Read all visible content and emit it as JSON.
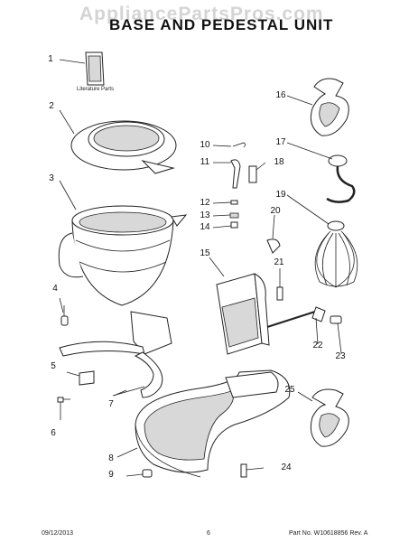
{
  "watermark": "AppliancePartsPros.com",
  "title": "BASE AND PEDESTAL UNIT",
  "literature_label": "Literature Parts",
  "callouts": [
    "1",
    "2",
    "3",
    "4",
    "5",
    "6",
    "7",
    "8",
    "9",
    "10",
    "11",
    "12",
    "13",
    "14",
    "15",
    "16",
    "17",
    "18",
    "19",
    "20",
    "21",
    "22",
    "23",
    "24",
    "25"
  ],
  "footer": {
    "date": "09/12/2013",
    "page": "6",
    "part_number": "Part No. W10618856  Rev. A"
  }
}
